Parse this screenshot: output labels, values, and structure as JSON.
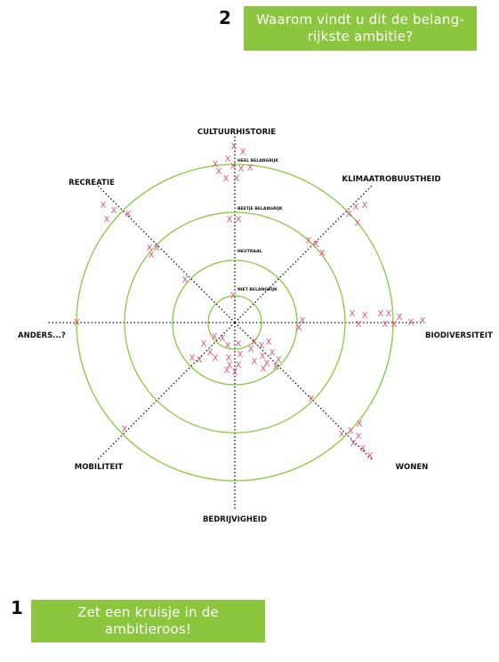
{
  "step2": {
    "number": "2",
    "question": "Waarom vindt u dit de belang-rijkste ambitie?"
  },
  "step1": {
    "number": "1",
    "instruction": "Zet een kruisje in de ambitieroos!"
  },
  "colors": {
    "accent": "#8cc63f",
    "ring": "#8cc63f",
    "mark": "#e0577a",
    "axis": "#111111"
  },
  "rings": [
    "NIET BELANGRIJK",
    "NEUTRAAL",
    "BEETJE BELANGRIJK",
    "HEEL BELANGRIJK"
  ],
  "axes": [
    "CULTUURHISTORIE",
    "KLIMAATROBUUSTHEID",
    "BIODIVERSITEIT",
    "WONEN",
    "BEDRIJVIGHEID",
    "MOBILITEIT",
    "ANDERS...?",
    "RECREATIE"
  ],
  "mark_symbol": "X"
}
